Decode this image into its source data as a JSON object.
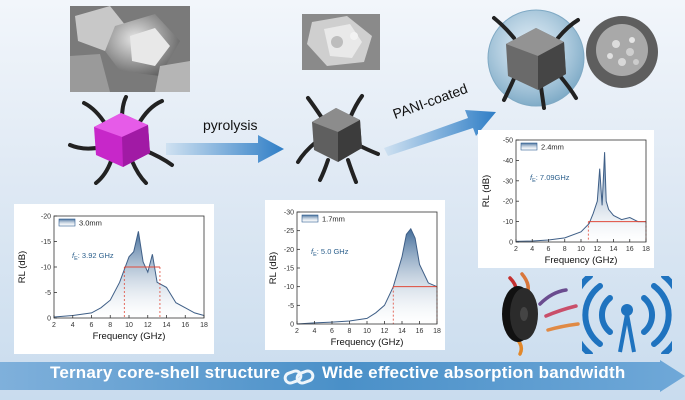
{
  "process": {
    "step1_label": "pyrolysis",
    "step2_label": "PANI-coated"
  },
  "banner": {
    "left": "Ternary core-shell structure",
    "right": "Wide effective absorption bandwidth"
  },
  "colors": {
    "banner": "#4a90c8",
    "arrow": "#3a86c8",
    "crystal": "#d43ad4",
    "curve": "#3f5f87",
    "bandwidth_line": "#e04a3a"
  },
  "plots": [
    {
      "legend": "3.0mm",
      "fe": "3.92 GHz",
      "xlabel": "Frequency (GHz)",
      "ylabel": "RL (dB)",
      "xticks": [
        "2",
        "4",
        "6",
        "8",
        "10",
        "12",
        "14",
        "16",
        "18"
      ],
      "yticks": [
        "-20",
        "-15",
        "-10",
        "-5",
        "0"
      ]
    },
    {
      "legend": "1.7mm",
      "fe": "5.0 GHz",
      "xlabel": "Frequency (GHz)",
      "ylabel": "RL (dB)",
      "xticks": [
        "2",
        "4",
        "6",
        "8",
        "10",
        "12",
        "14",
        "16",
        "18"
      ],
      "yticks": [
        "-30",
        "-25",
        "-20",
        "-15",
        "-10",
        "-5",
        "0"
      ]
    },
    {
      "legend": "2.4mm",
      "fe": "7.09GHz",
      "xlabel": "Frequency (GHz)",
      "ylabel": "RL (dB)",
      "xticks": [
        "2",
        "4",
        "6",
        "8",
        "10",
        "12",
        "14",
        "16",
        "18"
      ],
      "yticks": [
        "-50",
        "-40",
        "-30",
        "-20",
        "-10",
        "0"
      ]
    }
  ],
  "chart_data": [
    {
      "type": "area",
      "xlabel": "Frequency (GHz)",
      "ylabel": "RL (dB)",
      "xlim": [
        2,
        18
      ],
      "ylim": [
        0,
        -20
      ],
      "series": [
        {
          "name": "3.0mm",
          "x": [
            2,
            4,
            6,
            7,
            8,
            9,
            10,
            10.5,
            11,
            11.5,
            12,
            12.5,
            13,
            14,
            15,
            16,
            17,
            18
          ],
          "y": [
            -0.2,
            -0.5,
            -1,
            -2,
            -3.5,
            -7,
            -12,
            -13,
            -17,
            -11,
            -9,
            -12.5,
            -7,
            -6,
            -3,
            -2,
            -1,
            -0.5
          ]
        }
      ],
      "effective_band": [
        9.5,
        13.3
      ]
    },
    {
      "type": "area",
      "xlabel": "Frequency (GHz)",
      "ylabel": "RL (dB)",
      "xlim": [
        2,
        18
      ],
      "ylim": [
        0,
        -30
      ],
      "series": [
        {
          "name": "1.7mm",
          "x": [
            2,
            4,
            6,
            8,
            10,
            11,
            12,
            13,
            14,
            14.5,
            15,
            15.5,
            16,
            17,
            18
          ],
          "y": [
            0,
            -0.3,
            -0.5,
            -0.8,
            -1.5,
            -3,
            -5,
            -10,
            -18,
            -24,
            -25.5,
            -23,
            -16,
            -11,
            -10
          ]
        }
      ],
      "effective_band": [
        13,
        18
      ]
    },
    {
      "type": "area",
      "xlabel": "Frequency (GHz)",
      "ylabel": "RL (dB)",
      "xlim": [
        2,
        18
      ],
      "ylim": [
        0,
        -50
      ],
      "series": [
        {
          "name": "2.4mm",
          "x": [
            2,
            4,
            6,
            8,
            10,
            11,
            11.5,
            12,
            12.3,
            12.6,
            12.9,
            13.1,
            13.4,
            14,
            15,
            16,
            17,
            18
          ],
          "y": [
            -0.3,
            -0.5,
            -1,
            -2,
            -5,
            -9,
            -14,
            -20,
            -36,
            -18,
            -44,
            -20,
            -16,
            -13,
            -11,
            -12,
            -10,
            -10
          ]
        }
      ],
      "effective_band": [
        10.9,
        18
      ]
    }
  ]
}
